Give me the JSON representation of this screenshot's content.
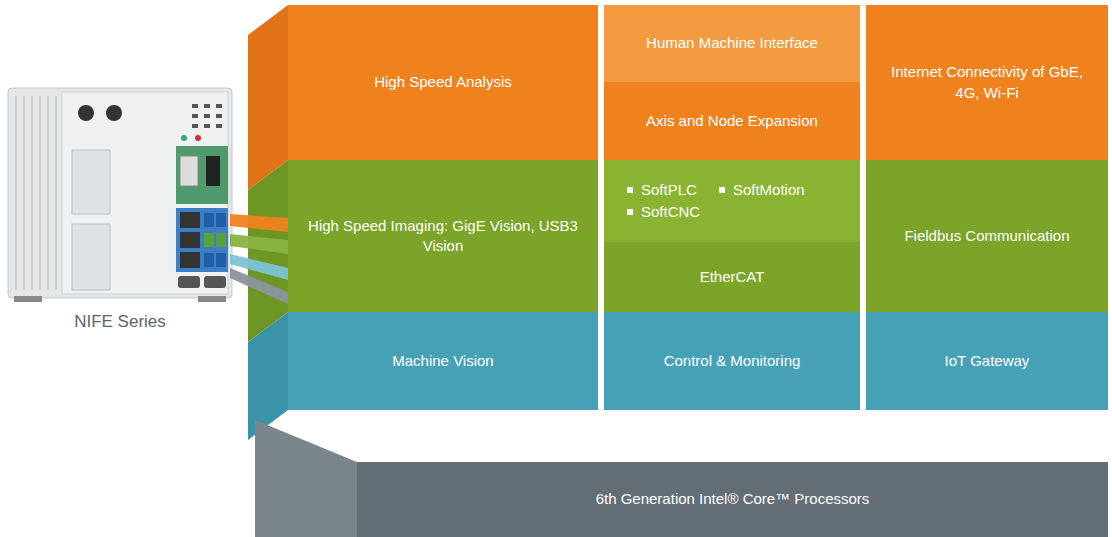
{
  "diagram": {
    "nodes": [
      {
        "text": [
          "High Speed Analysis"
        ]
      },
      {
        "text": [
          "Human Machine Interface"
        ]
      },
      {
        "text": [
          "Internet Connectivity of GbE, 4G, Wi-Fi"
        ]
      },
      {
        "text": [
          "Axis and Node Expansion"
        ]
      },
      {
        "text": [
          "High Speed Imaging: GigE Vision, USB3 Vision"
        ]
      },
      {
        "text": [
          "SoftPLC",
          "SoftMotion",
          "SoftCNC"
        ]
      },
      {
        "text": [
          "EtherCAT"
        ]
      },
      {
        "text": [
          "Fieldbus Communication"
        ]
      },
      {
        "text": [
          "Machine Vision"
        ]
      },
      {
        "text": [
          "Control & Monitoring"
        ]
      },
      {
        "text": [
          "IoT Gateway"
        ]
      },
      {
        "text": [
          "6th Generation Intel® Core™ Processors"
        ]
      }
    ],
    "labels": [
      "NIFE Series"
    ]
  }
}
